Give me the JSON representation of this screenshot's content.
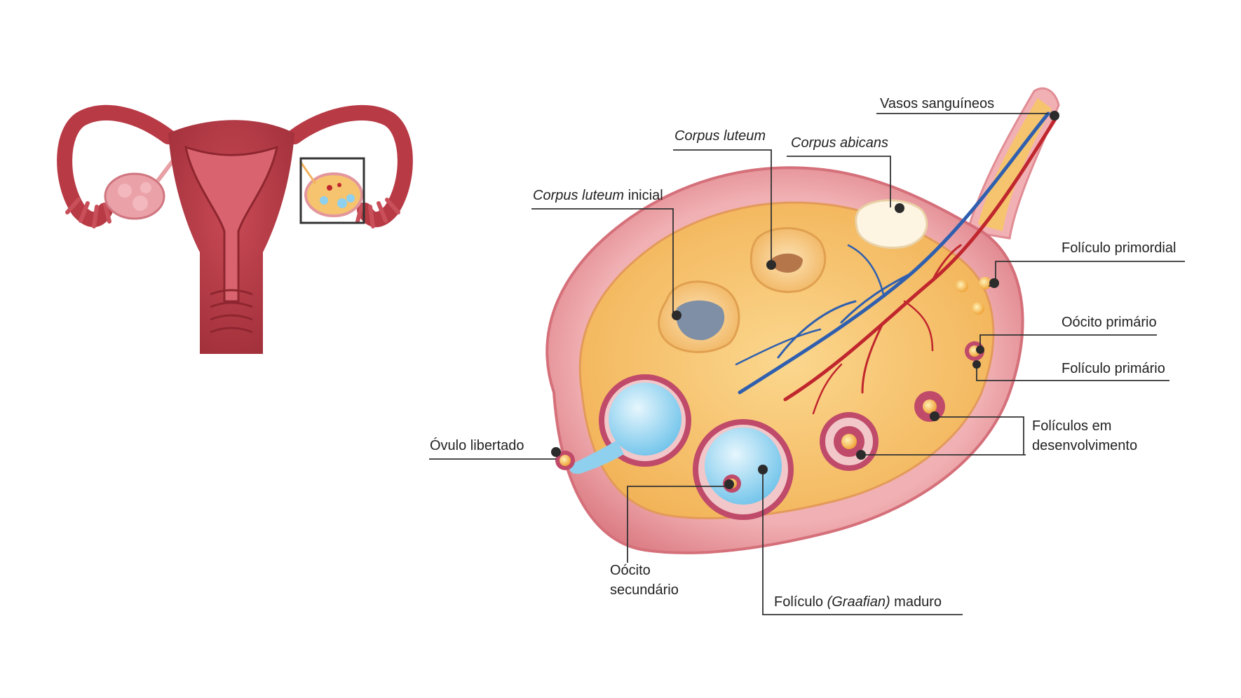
{
  "labels": {
    "vasos": "Vasos sanguíneos",
    "corpus_luteum": "Corpus luteum",
    "corpus_abicans": "Corpus abicans",
    "corpus_luteum_inicial_italic": "Corpus luteum",
    "corpus_luteum_inicial_rest": " inicial",
    "foliculo_primordial": "Folículo primordial",
    "oocito_primario": "Oócito primário",
    "foliculo_primario": "Folículo primário",
    "foliculos_desenv_1": "Folículos em",
    "foliculos_desenv_2": "desenvolvimento",
    "ovulo_libertado": "Óvulo libertado",
    "oocito_secundario_1": "Oócito",
    "oocito_secundario_2": "secundário",
    "foliculo_maduro_a": "Folículo ",
    "foliculo_maduro_b": "(Graafian)",
    "foliculo_maduro_c": " maduro"
  },
  "colors": {
    "uterus": "#b83a45",
    "uterus_dark": "#8e2630",
    "ovary_outer": "#e59aa0",
    "ovary_inner": "#f6c46e",
    "vessel_blue": "#2f5fae",
    "vessel_red": "#c0262d",
    "follicle_fluid": "#a9dcf3",
    "leader_line": "#333333"
  }
}
